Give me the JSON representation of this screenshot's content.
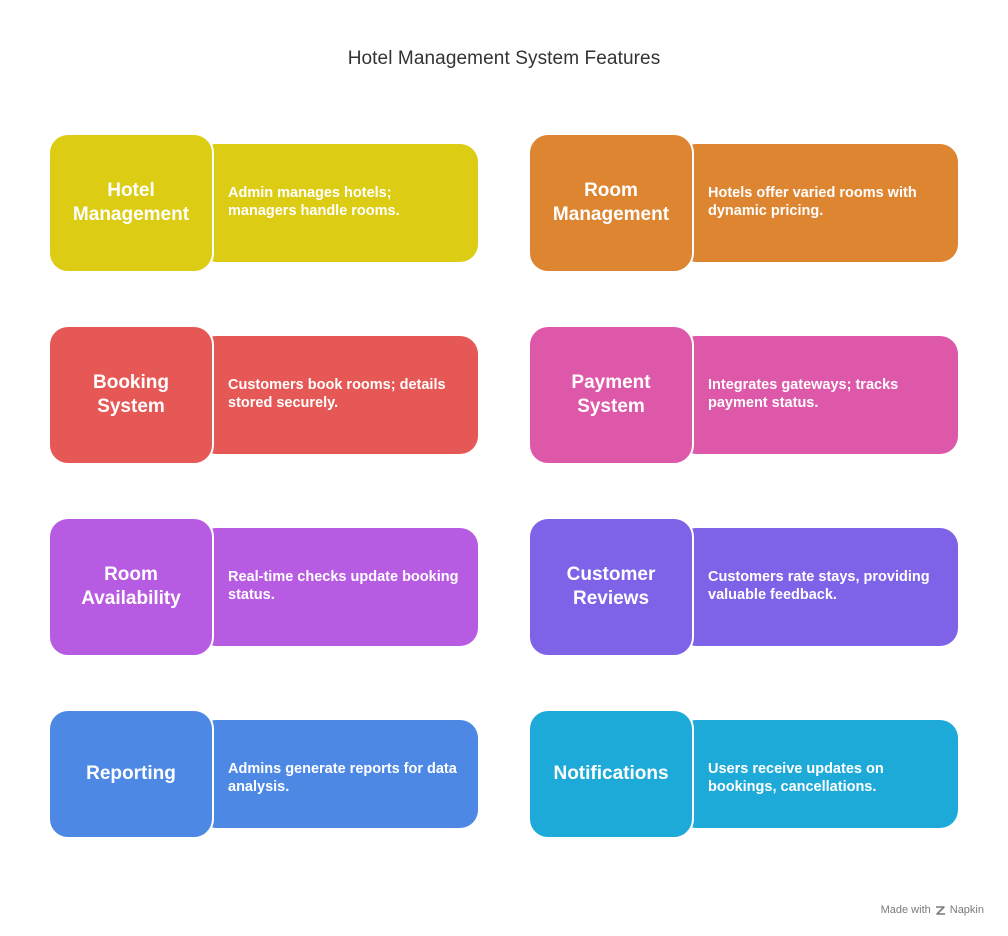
{
  "title": "Hotel Management System Features",
  "cards": [
    {
      "label": "Hotel\nManagement",
      "desc": "Admin manages hotels; managers handle rooms.",
      "color": "#DDCC14"
    },
    {
      "label": "Room\nManagement",
      "desc": "Hotels offer varied rooms with dynamic pricing.",
      "color": "#DE8531"
    },
    {
      "label": "Booking\nSystem",
      "desc": "Customers book rooms; details stored securely.",
      "color": "#E55855"
    },
    {
      "label": "Payment\nSystem",
      "desc": "Integrates gateways; tracks payment status.",
      "color": "#DE58A9"
    },
    {
      "label": "Room\nAvailability",
      "desc": "Real-time checks update booking status.",
      "color": "#B85BE3"
    },
    {
      "label": "Customer\nReviews",
      "desc": "Customers rate stays, providing valuable feedback.",
      "color": "#7E62E8"
    },
    {
      "label": "Reporting",
      "desc": "Admins generate reports for data analysis.",
      "color": "#4D88E5"
    },
    {
      "label": "Notifications",
      "desc": "Users receive updates on bookings, cancellations.",
      "color": "#1EAAD9"
    }
  ],
  "footer": {
    "made_with": "Made with",
    "brand": "Napkin",
    "brand_icon": "napkin-logo-icon"
  }
}
